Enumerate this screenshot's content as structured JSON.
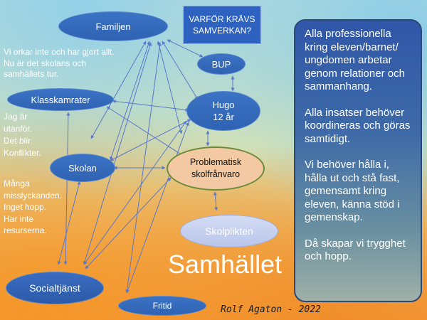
{
  "title_box": {
    "line1": "VARFÖR KRÄVS",
    "line2": "SAMVERKAN?"
  },
  "nodes": {
    "familjen": "Familjen",
    "bup": "BUP",
    "klasskamrater": "Klasskamrater",
    "hugo_name": "Hugo",
    "hugo_age": "12 år",
    "skolan": "Skolan",
    "problem_line1": "Problematisk",
    "problem_line2": "skolfrånvaro",
    "skolplikten": "Skolplikten",
    "socialtjanst": "Socialtjänst",
    "fritid": "Fritid"
  },
  "notes": {
    "familjen": [
      "Vi orkar inte och har gjort allt.",
      "Nu är det skolans och",
      "samhällets tur."
    ],
    "klasskamrater": [
      "Jag är",
      "utanför.",
      "Det blir",
      "Konflikter."
    ],
    "skolan": [
      "Många",
      "misslyckanden.",
      "Inget hopp.",
      "Har inte",
      "resurserna."
    ]
  },
  "panel": {
    "p1": [
      "Alla professionella",
      "kring eleven/barnet/",
      "ungdomen arbetar",
      "genom relationer och",
      "sammanhang."
    ],
    "p2": [
      "Alla insatser behöver",
      "koordineras och göras",
      "samtidigt."
    ],
    "p3": [
      "Vi behöver hålla i,",
      "hålla ut och stå fast,",
      "gemensamt kring",
      "eleven, känna stöd i",
      "gemenskap."
    ],
    "p4": [
      "Då skapar vi trygghet",
      "och hopp."
    ]
  },
  "samhallet": "Samhället",
  "author": "Rolf Agaton - 2022",
  "colors": {
    "node_blue": "#3068bc",
    "problem_fill": "#f2c9a2",
    "skolplikten_fill": "#c9d3f0",
    "arrow": "#5a78c8"
  }
}
